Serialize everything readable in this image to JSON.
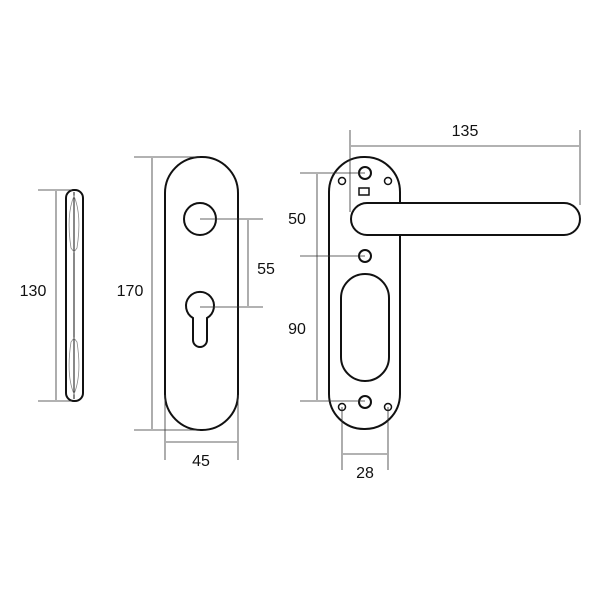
{
  "dimensions": {
    "side_height": "130",
    "plate_height": "170",
    "handle_to_cylinder": "55",
    "plate_width": "45",
    "lever_length": "135",
    "top_to_middle_hole": "50",
    "middle_to_bottom_hole": "90",
    "bottom_hole_spacing": "28"
  }
}
